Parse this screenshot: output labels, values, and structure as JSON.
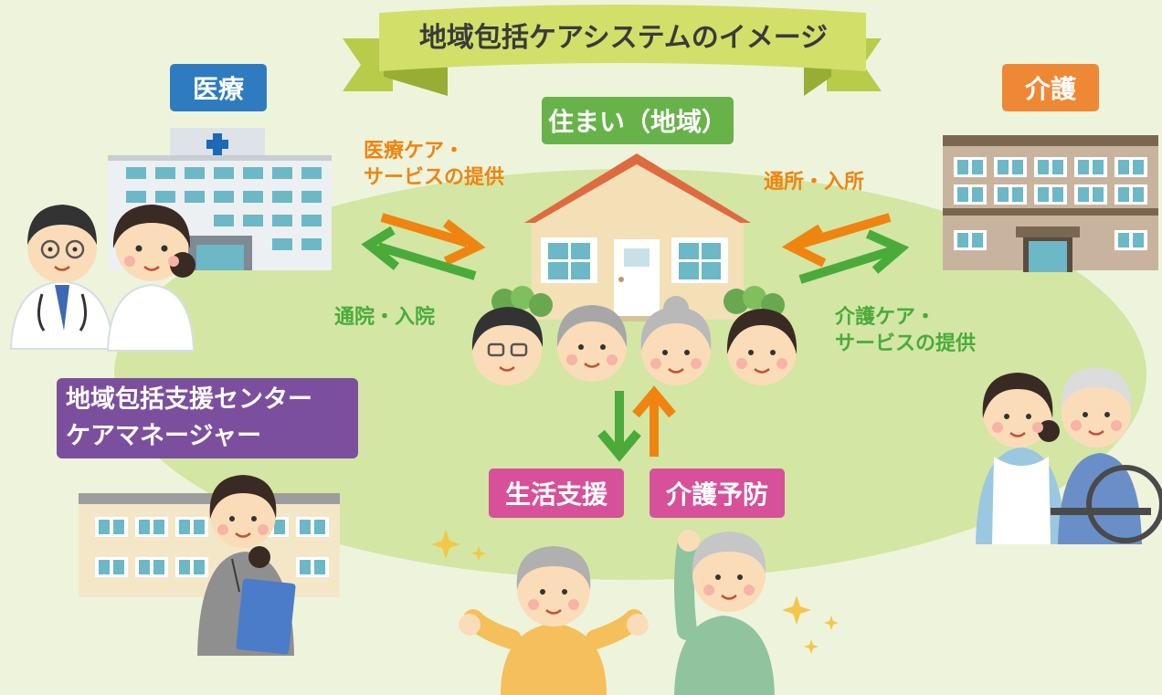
{
  "banner": {
    "title": "地域包括ケアシステムのイメージ"
  },
  "labels": {
    "medical": "医療",
    "care": "介護",
    "housing": "住まい（地域）",
    "life_support": "生活支援",
    "prevention": "介護予防",
    "center_line1": "地域包括支援センター",
    "center_line2": "ケアマネージャー"
  },
  "flows": {
    "medical_care_line1": "医療ケア・",
    "medical_care_line2": "サービスの提供",
    "hospital_visit": "通院・入院",
    "facility_visit": "通所・入所",
    "nursing_care_line1": "介護ケア・",
    "nursing_care_line2": "サービスの提供"
  },
  "colors": {
    "background": "#eef4dc",
    "ellipse": "#d3e6a4",
    "banner": "#d2e06a",
    "medical_label": "#2e7cbf",
    "care_label": "#ef8834",
    "housing_label": "#67b34a",
    "center_label": "#7b4f9e",
    "support_label": "#d6519a",
    "orange_arrow": "#ef8410",
    "green_arrow": "#4aab3b"
  },
  "icons": [
    "hospital-icon",
    "house-icon",
    "care-facility-icon",
    "office-building-icon",
    "doctor-icon",
    "nurse-icon",
    "family-icon",
    "caregiver-icon",
    "wheelchair-icon",
    "care-manager-icon",
    "active-elderly-icon",
    "sparkle-icon"
  ]
}
